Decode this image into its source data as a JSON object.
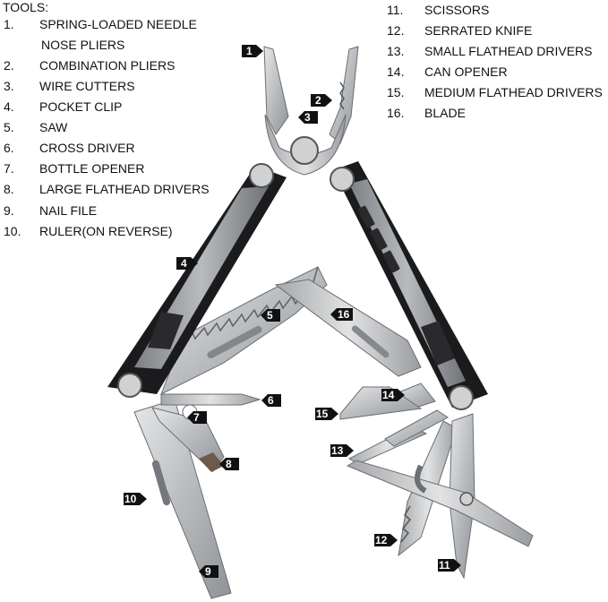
{
  "heading": "TOOLS:",
  "tools_left": [
    {
      "num": "1.",
      "label": "SPRING-LOADED NEEDLE",
      "cont": "NOSE PLIERS"
    },
    {
      "num": "2.",
      "label": "COMBINATION PLIERS"
    },
    {
      "num": "3.",
      "label": "WIRE CUTTERS"
    },
    {
      "num": "4.",
      "label": "POCKET CLIP"
    },
    {
      "num": "5.",
      "label": "SAW"
    },
    {
      "num": "6.",
      "label": "CROSS DRIVER"
    },
    {
      "num": "7.",
      "label": "BOTTLE OPENER"
    },
    {
      "num": "8.",
      "label": "LARGE FLATHEAD DRIVERS"
    },
    {
      "num": "9.",
      "label": "NAIL FILE"
    },
    {
      "num": "10.",
      "label": "RULER(ON REVERSE)"
    }
  ],
  "tools_right": [
    {
      "num": "11.",
      "label": "SCISSORS"
    },
    {
      "num": "12.",
      "label": "SERRATED KNIFE"
    },
    {
      "num": "13.",
      "label": "SMALL FLATHEAD DRIVERS"
    },
    {
      "num": "14.",
      "label": "CAN OPENER"
    },
    {
      "num": "15.",
      "label": "MEDIUM FLATHEAD DRIVERS"
    },
    {
      "num": "16.",
      "label": "BLADE"
    }
  ],
  "callouts": [
    "1",
    "2",
    "3",
    "4",
    "5",
    "6",
    "7",
    "8",
    "9",
    "10",
    "11",
    "12",
    "13",
    "14",
    "15",
    "16"
  ],
  "colors": {
    "handle": "#1b1b1d",
    "steel": "#c4c6c8",
    "steel_dark": "#8d9094",
    "tag": "#111111"
  }
}
